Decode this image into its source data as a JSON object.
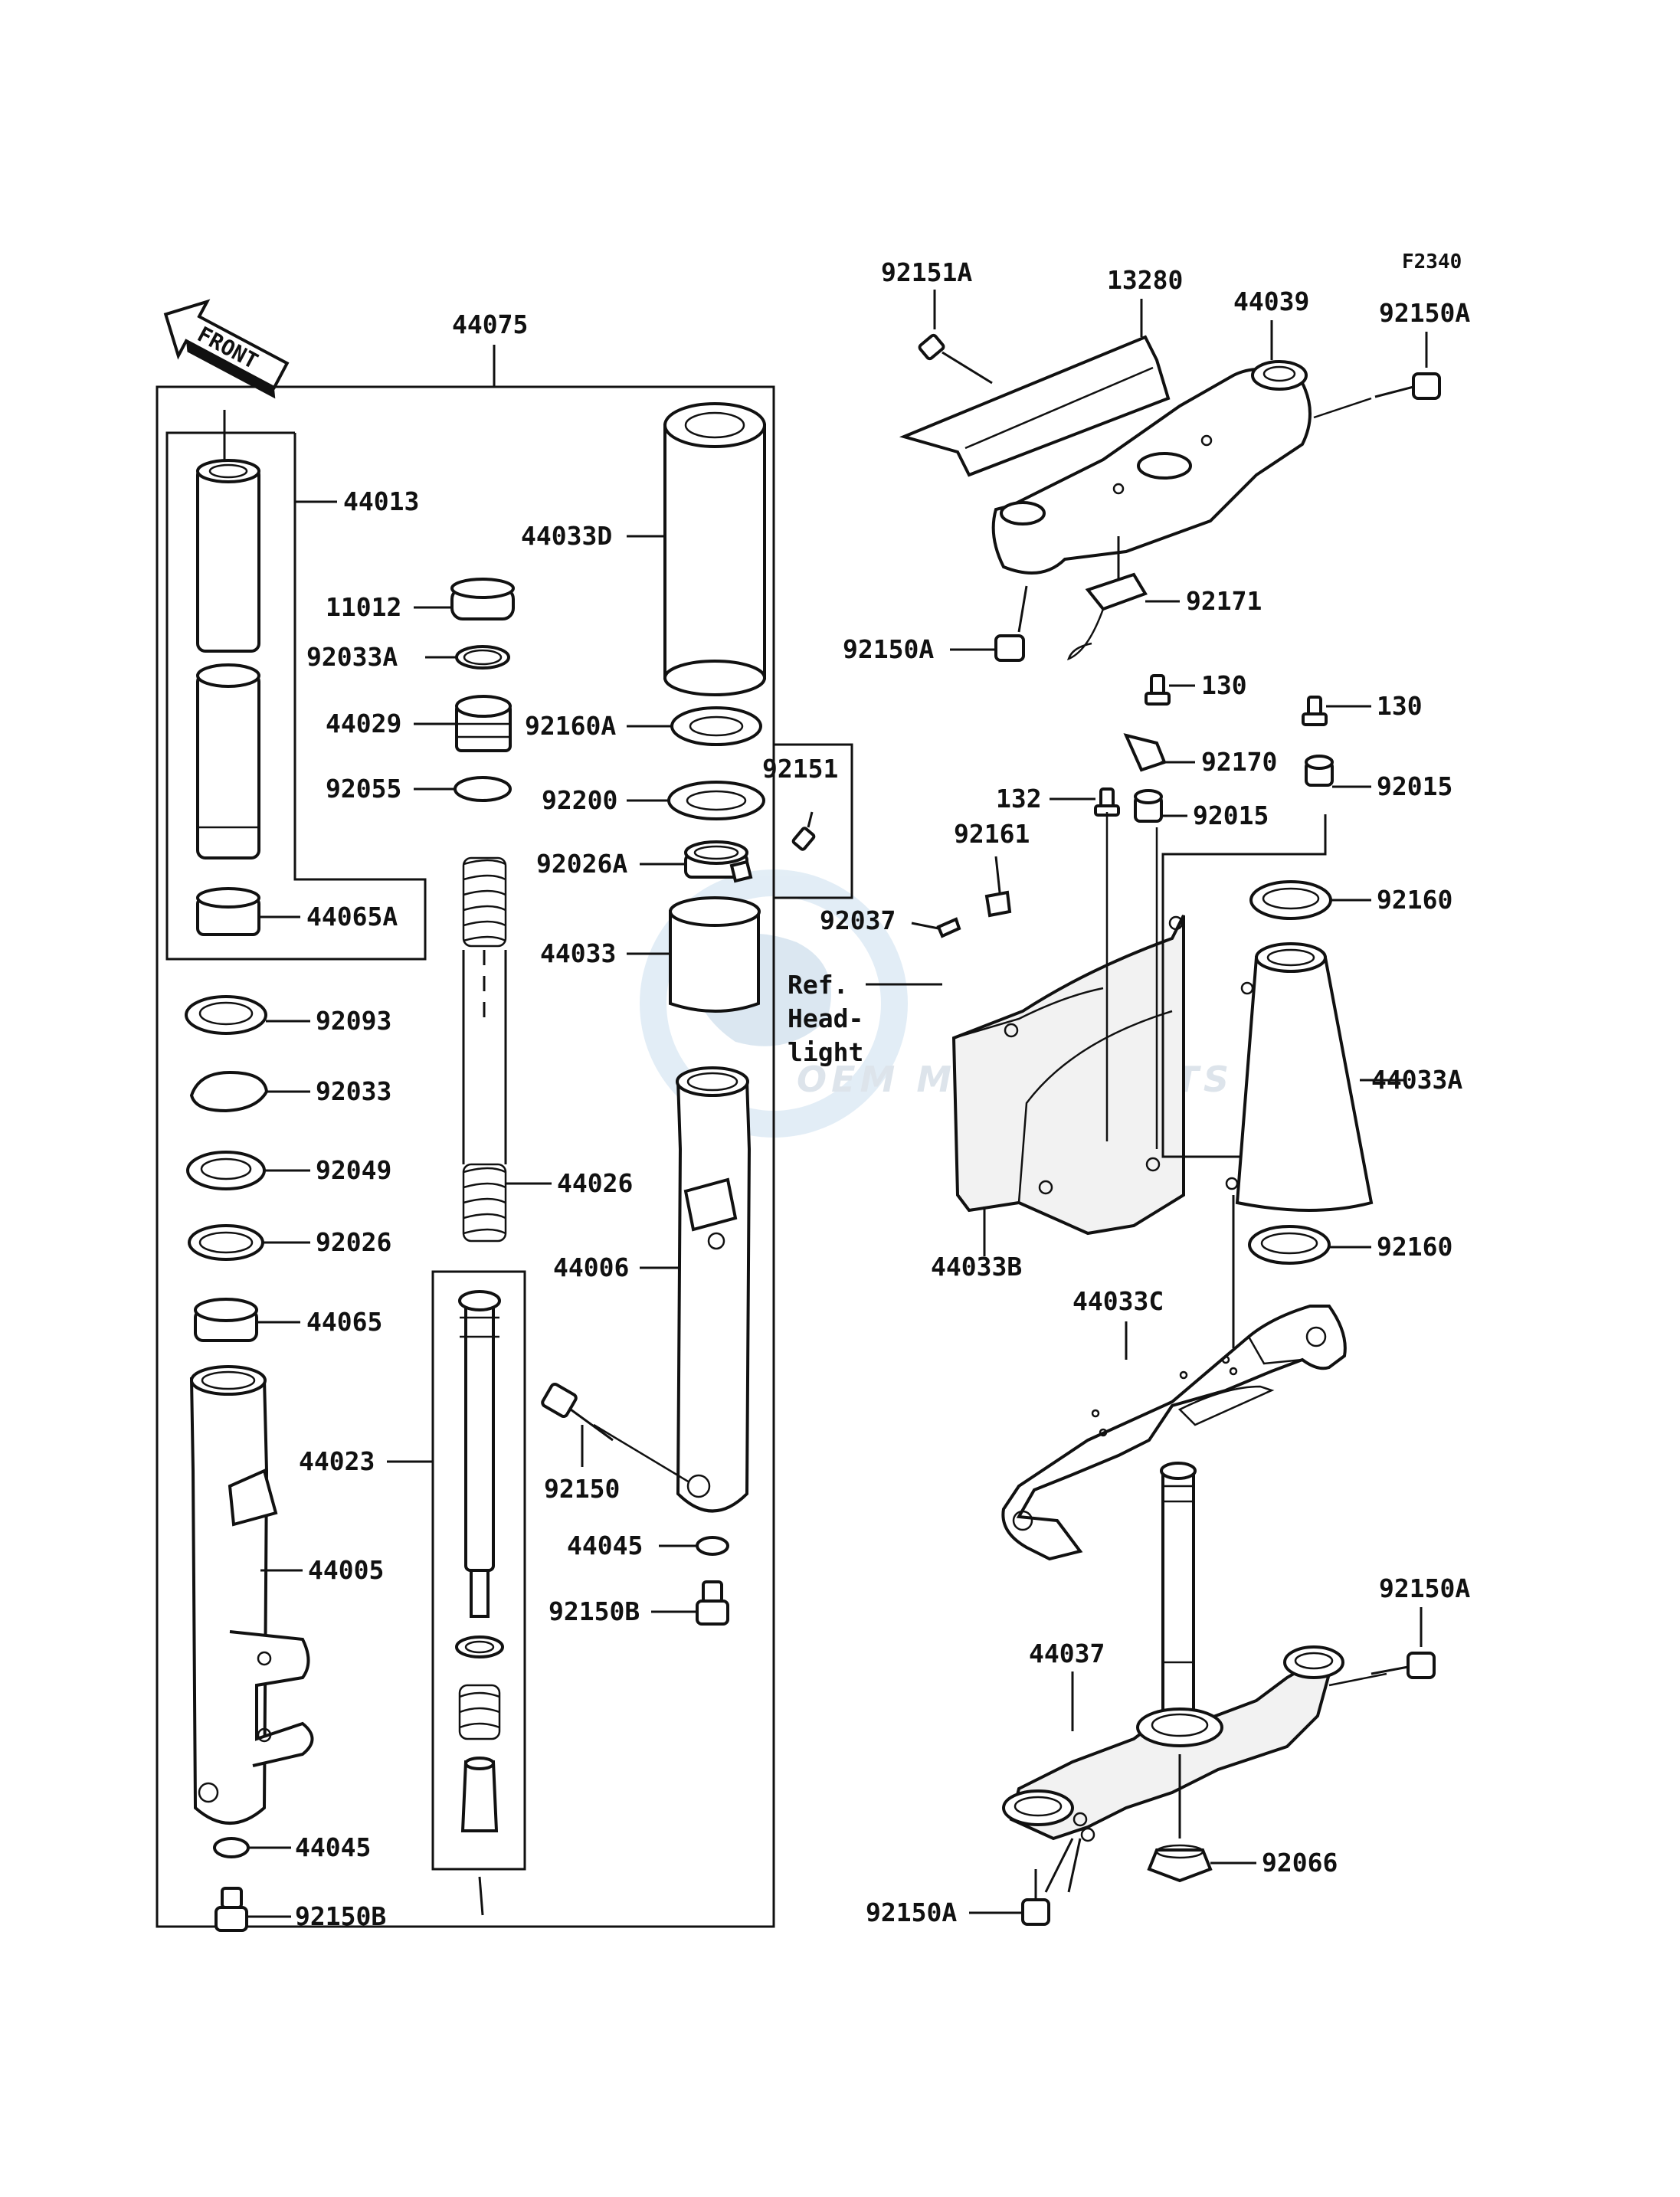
{
  "figure_code": "F2340",
  "front_arrow_label": "FRONT",
  "watermark": "OEM MOTORPARTS",
  "note": [
    "Ref.",
    "Head-",
    "light"
  ],
  "labels": {
    "p44075": "44075",
    "p44013": "44013",
    "p11012": "11012",
    "p92033A": "92033A",
    "p44029": "44029",
    "p92055": "92055",
    "p44065A": "44065A",
    "p92093": "92093",
    "p92033": "92033",
    "p92049": "92049",
    "p92026": "92026",
    "p44065": "44065",
    "p44023": "44023",
    "p44005": "44005",
    "p44045_l": "44045",
    "p92150B_l": "92150B",
    "p44033D": "44033D",
    "p92160A": "92160A",
    "p92200": "92200",
    "p92151": "92151",
    "p92026A": "92026A",
    "p44033": "44033",
    "p44026": "44026",
    "p44006": "44006",
    "p92150": "92150",
    "p44045_r": "44045",
    "p92150B_r": "92150B",
    "p92151A": "92151A",
    "p13280": "13280",
    "p44039": "44039",
    "p92150A_1": "92150A",
    "p92150A_2": "92150A",
    "p92171": "92171",
    "p130_a": "130",
    "p130_b": "130",
    "p92170": "92170",
    "p132": "132",
    "p92015_a": "92015",
    "p92015_b": "92015",
    "p92161": "92161",
    "p92037": "92037",
    "p92160_top": "92160",
    "p44033A": "44033A",
    "p44033B": "44033B",
    "p92160_bot": "92160",
    "p44033C": "44033C",
    "p92150A_3": "92150A",
    "p44037": "44037",
    "p92066": "92066",
    "p92150A_4": "92150A"
  }
}
